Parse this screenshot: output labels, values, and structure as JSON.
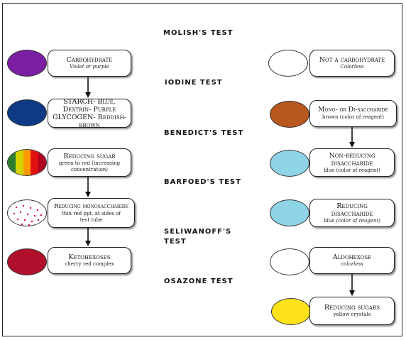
{
  "tests": {
    "molish": "MOLISH'S TEST",
    "iodine": "IODINE TEST",
    "benedict": "BENEDICT'S TEST",
    "barfoed": "BARFOED'S TEST",
    "seliwanoff_1": "SELIWANOFF'S",
    "seliwanoff_2": "TEST",
    "osazone": "OSAZONE TEST"
  },
  "left": {
    "carbohydrate": {
      "title": "Carbohydrate",
      "sub": "Violet or purple",
      "color": "#7b1ea2"
    },
    "starch": {
      "line1": "STARCH- Blue,",
      "line2": "Dextrin- Purple",
      "line3": "GLYCOGEN- Reddish-brown",
      "color": "#0e3a85"
    },
    "reducing_sugar": {
      "title": "Reducing sugar",
      "sub1": "green to red (increasing",
      "sub2": "concentration)",
      "colors": [
        "#2e7d2e",
        "#d4d400",
        "#ff9900",
        "#e01010",
        "#b00020"
      ]
    },
    "reducing_mono": {
      "title": "Reducing monosaccharide",
      "sub1": "thin red ppt. at sides of",
      "sub2": "test tube",
      "dot_color": "#e0004f"
    },
    "ketohexoses": {
      "title": "Ketohexoses",
      "sub": "cherry red complex",
      "color": "#b0102c"
    }
  },
  "right": {
    "not_carb": {
      "title": "Not a carbohydrate",
      "sub": "Colorless",
      "color": "#ffffff"
    },
    "mono_di": {
      "title": "Mono- or Di-saccharide",
      "sub": "brown (color of reagent)",
      "color": "#b8571e"
    },
    "non_reducing": {
      "title1": "Non-reducing",
      "title2": "disaccharide",
      "sub": "blue (color of reagent)",
      "color": "#8fd3e6"
    },
    "reducing_di": {
      "title1": "Reducing",
      "title2": "disaccharide",
      "sub": "blue (color of reagent)",
      "color": "#8fd3e6"
    },
    "aldohexose": {
      "title": "Aldohexose",
      "sub": "colorless",
      "color": "#ffffff"
    },
    "reducing_sugars": {
      "title": "Reducing sugars",
      "sub": "yellow crystals",
      "color": "#ffe21a"
    }
  }
}
